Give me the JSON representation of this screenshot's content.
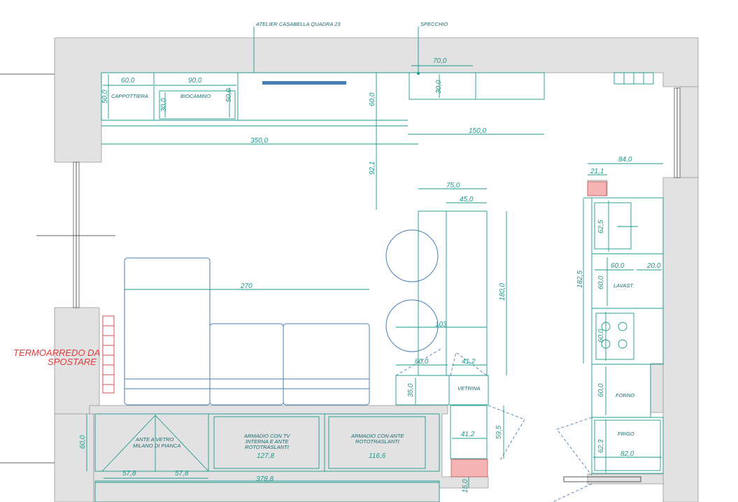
{
  "labels": {
    "atelier": "ATELIER CASABELLA QUADRA 23",
    "specchio": "SPECCHIO",
    "cappottiera": "CAPPOTTIERA",
    "biocamino": "BIOCAMINO",
    "lavast": "LAVAST.",
    "forno": "FORNO",
    "frigo": "FRIGO",
    "vetrina": "VETRINA",
    "ante_vetro_1": "ANTE A VETRO",
    "ante_vetro_2": "MILANO DI PIANCA",
    "armadio_tv_1": "ARMADIO CON TV",
    "armadio_tv_2": "INTERNA E ANTE",
    "armadio_tv_3": "ROTOTRASLANTI",
    "armadio_ante_1": "ARMADIO CON ANTE",
    "armadio_ante_2": "ROTOTRASLANTI",
    "note_1": "TERMOARREDO DA",
    "note_2": "SPOSTARE"
  },
  "dims": {
    "d60_cap": "60,0",
    "d90": "90,0",
    "d50_left": "50,0",
    "d30_bio": "30,0",
    "d50_bio": "50,0",
    "d60_tv": "60,0",
    "d70": "70,0",
    "d30_spec": "30,0",
    "d350": "350,0",
    "d150": "150,0",
    "d92": "92,1",
    "d84": "84,0",
    "d21": "21,1",
    "d75": "75,0",
    "d45": "45,0",
    "d180": "180,0",
    "d270": "270",
    "d103": "103",
    "d62_5": "62,5",
    "d60_k1": "60,0",
    "d20": "20,0",
    "d60_k2": "60,0",
    "d182_5": "182,5",
    "d60_k3": "60,0",
    "d60_k4": "60,0",
    "d62_3": "62,3",
    "d82": "82,0",
    "d60_vet": "60,0",
    "d41_2a": "41,2",
    "d35": "35,0",
    "d41_2b": "41,2",
    "d59_5": "59,5",
    "d60_arm": "60,0",
    "d127_8": "127,8",
    "d116_6": "116,6",
    "d57_8a": "57,8",
    "d57_8b": "57,8",
    "d378_8": "378,8",
    "d15": "15,0"
  }
}
